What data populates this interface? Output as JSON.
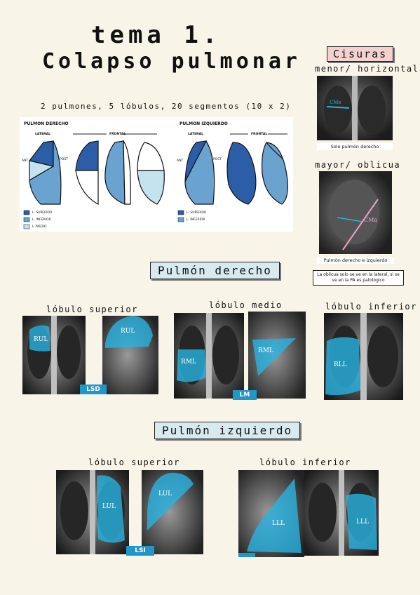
{
  "title_line1": "tema 1.",
  "title_line2": "Colapso pulmonar",
  "subtitle": "2 pulmones, 5 lóbulos, 20 segmentos (10 x 2)",
  "diagram": {
    "right_title": "PULMON DERECHO",
    "left_title": "PULMON IZQUIERDO",
    "lateral": "LATERAL",
    "frontal": "FRONTAL",
    "ant": "ANT",
    "post": "POST",
    "right_legend": [
      "L. SUPERIOR",
      "L. INFERIOR",
      "L. MEDIO"
    ],
    "left_legend": [
      "L. SUPERIOR",
      "L. INFERIOR"
    ]
  },
  "fissures": {
    "label": "Cisuras",
    "minor_title": "menor/ horizontal",
    "minor_marker": "CMe",
    "minor_caption": "Solo pulmón derecho",
    "major_title": "mayor/ oblicua",
    "major_marker": "CMa",
    "major_caption": "Pulmón derecho e izquierdo",
    "note": "La oblicua solo se ve en la lateral, si se ve en la PA es patológico"
  },
  "right_lung": {
    "label": "Pulmón derecho",
    "upper_title": "lóbulo superior",
    "middle_title": "lóbulo medio",
    "lower_title": "lóbulo inferior",
    "rul": "RUL",
    "rml": "RML",
    "rll": "RLL",
    "lsd": "LSD",
    "lm": "LM"
  },
  "left_lung": {
    "label": "Pulmón izquierdo",
    "upper_title": "lóbulo superior",
    "lower_title": "lóbulo inferior",
    "lul": "LUL",
    "lll": "LLL",
    "lsi": "LSI"
  },
  "colors": {
    "upper": "#2c5ea8",
    "lower": "#6aa3d0",
    "middle": "#c4e3ee",
    "highlight": "#29b3e0",
    "tag": "#2196c8"
  }
}
